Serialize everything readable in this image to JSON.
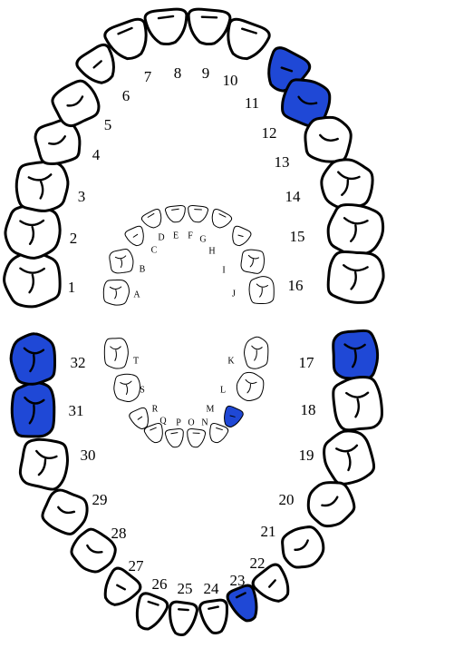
{
  "colors": {
    "selected": "#1f48d6",
    "unselected": "#ffffff",
    "outline": "#000000",
    "groove_on_selected": "#000000"
  },
  "permanent_teeth": [
    {
      "number": "1",
      "selected": false
    },
    {
      "number": "2",
      "selected": false
    },
    {
      "number": "3",
      "selected": false
    },
    {
      "number": "4",
      "selected": false
    },
    {
      "number": "5",
      "selected": false
    },
    {
      "number": "6",
      "selected": false
    },
    {
      "number": "7",
      "selected": false
    },
    {
      "number": "8",
      "selected": false
    },
    {
      "number": "9",
      "selected": false
    },
    {
      "number": "10",
      "selected": false
    },
    {
      "number": "11",
      "selected": true
    },
    {
      "number": "12",
      "selected": true
    },
    {
      "number": "13",
      "selected": false
    },
    {
      "number": "14",
      "selected": false
    },
    {
      "number": "15",
      "selected": false
    },
    {
      "number": "16",
      "selected": false
    },
    {
      "number": "17",
      "selected": true
    },
    {
      "number": "18",
      "selected": false
    },
    {
      "number": "19",
      "selected": false
    },
    {
      "number": "20",
      "selected": false
    },
    {
      "number": "21",
      "selected": false
    },
    {
      "number": "22",
      "selected": false
    },
    {
      "number": "23",
      "selected": true
    },
    {
      "number": "24",
      "selected": false
    },
    {
      "number": "25",
      "selected": false
    },
    {
      "number": "26",
      "selected": false
    },
    {
      "number": "27",
      "selected": false
    },
    {
      "number": "28",
      "selected": false
    },
    {
      "number": "29",
      "selected": false
    },
    {
      "number": "30",
      "selected": false
    },
    {
      "number": "31",
      "selected": true
    },
    {
      "number": "32",
      "selected": true
    }
  ],
  "primary_teeth": [
    {
      "letter": "A",
      "selected": false
    },
    {
      "letter": "B",
      "selected": false
    },
    {
      "letter": "C",
      "selected": false
    },
    {
      "letter": "D",
      "selected": false
    },
    {
      "letter": "E",
      "selected": false
    },
    {
      "letter": "F",
      "selected": false
    },
    {
      "letter": "G",
      "selected": false
    },
    {
      "letter": "H",
      "selected": false
    },
    {
      "letter": "I",
      "selected": false
    },
    {
      "letter": "J",
      "selected": false
    },
    {
      "letter": "K",
      "selected": false
    },
    {
      "letter": "L",
      "selected": false
    },
    {
      "letter": "M",
      "selected": true
    },
    {
      "letter": "N",
      "selected": false
    },
    {
      "letter": "O",
      "selected": false
    },
    {
      "letter": "P",
      "selected": false
    },
    {
      "letter": "Q",
      "selected": false
    },
    {
      "letter": "R",
      "selected": false
    },
    {
      "letter": "S",
      "selected": false
    },
    {
      "letter": "T",
      "selected": false
    }
  ]
}
